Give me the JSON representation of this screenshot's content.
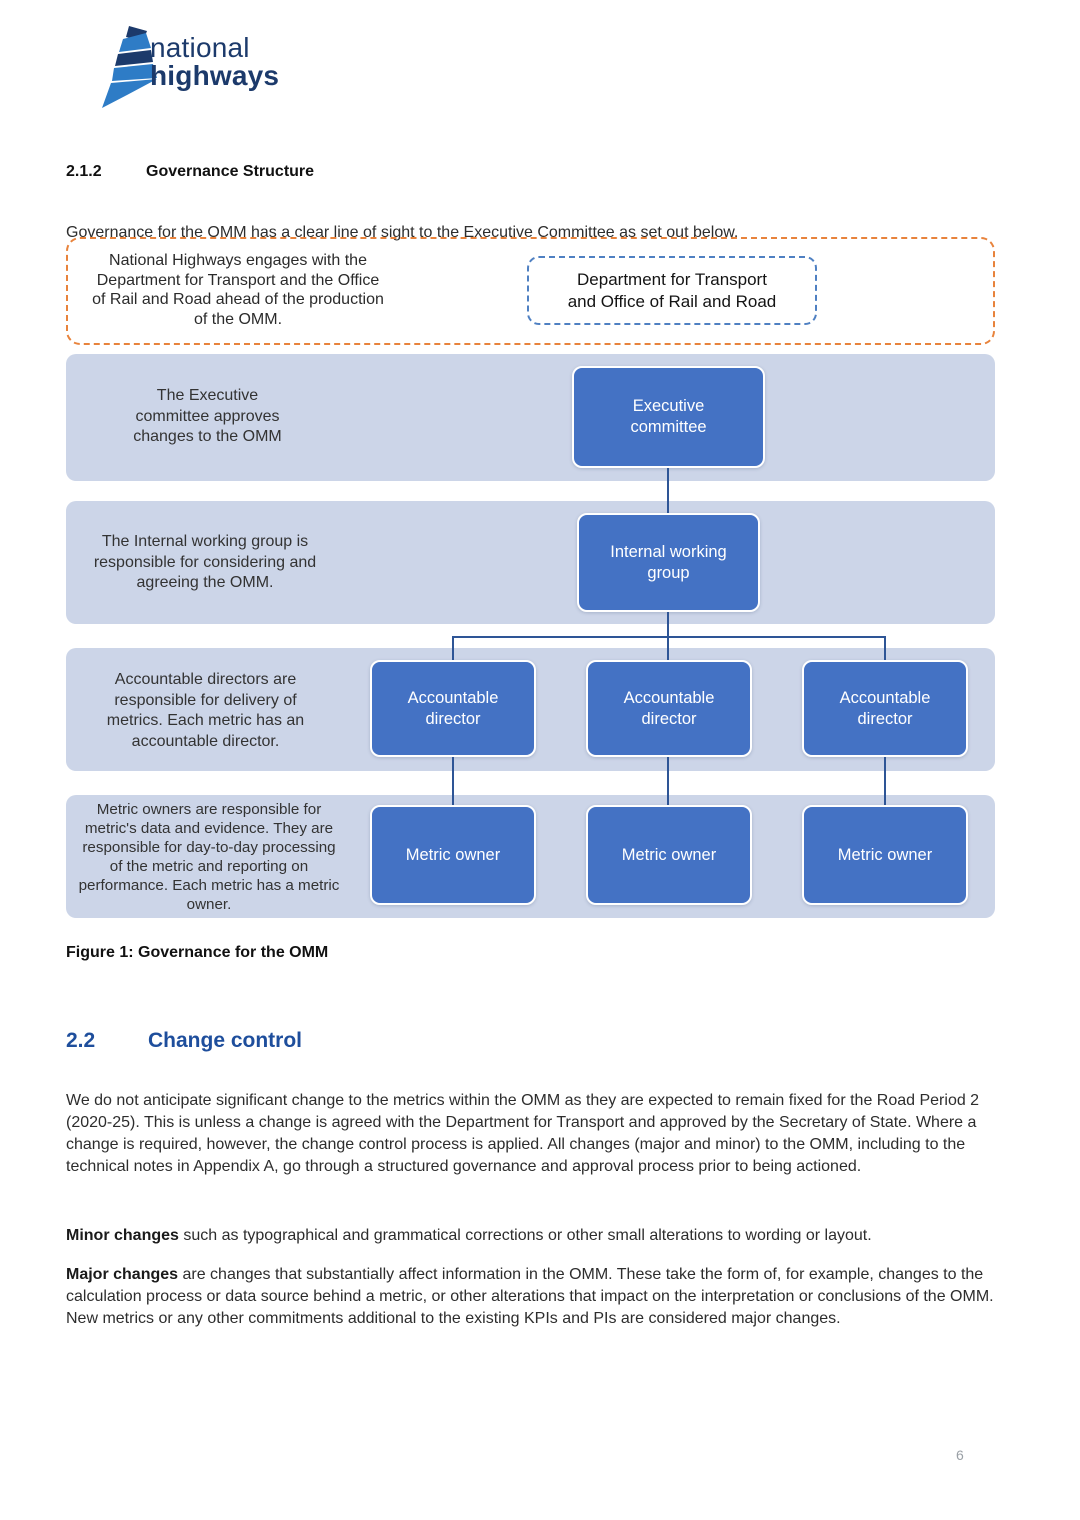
{
  "document": {
    "logo": {
      "word1": "national",
      "word2": "highways"
    },
    "page_number": "6"
  },
  "sections": {
    "governance": {
      "number": "2.1.2",
      "title": "Governance Structure",
      "intro": "Governance for the OMM has a clear line of sight to the Executive Committee as set out below."
    },
    "change_control": {
      "number": "2.2",
      "title": "Change control",
      "para1": "We do not anticipate significant change to the metrics within the OMM as they are expected to remain fixed for the Road Period 2 (2020-25). This is unless a change is agreed with the Department for Transport and approved by the Secretary of State. Where a change is required, however, the change control process is applied. All changes (major and minor) to the OMM, including to the technical notes in Appendix A, go through a structured governance and approval process prior to being actioned.",
      "minor_lead": "Minor changes",
      "minor_rest": " such as typographical and grammatical corrections or other small alterations to wording or layout.",
      "major_lead": "Major changes",
      "major_rest": " are changes that substantially affect information in the OMM. These take the form of, for example, changes to the calculation process or data source behind a metric, or other alterations that impact on the interpretation or conclusions of the OMM. New metrics or any other commitments additional to the existing KPIs and PIs are considered major changes."
    }
  },
  "figure": {
    "engagement_note": "National Highways engages with the Department for Transport and the Office of Rail and Road ahead of the production of the OMM.",
    "external_body": "Department for Transport and Office of Rail and Road",
    "rows": [
      {
        "note": "The Executive committee approves changes to the OMM",
        "boxes": [
          "Executive committee"
        ]
      },
      {
        "note": "The Internal working group is responsible for considering and agreeing the OMM.",
        "boxes": [
          "Internal working group"
        ]
      },
      {
        "note": "Accountable directors are responsible for delivery of metrics. Each metric has an accountable director.",
        "boxes": [
          "Accountable director",
          "Accountable director",
          "Accountable director"
        ]
      },
      {
        "note": "Metric owners are responsible for metric's data and evidence. They are responsible for day-to-day processing of the metric and reporting on performance. Each metric has a metric owner.",
        "boxes": [
          "Metric owner",
          "Metric owner",
          "Metric owner"
        ]
      }
    ],
    "caption": "Figure 1: Governance for the OMM"
  },
  "colors": {
    "accent_box_blue": "#4472c4",
    "band_background": "#ccd5e8",
    "connector_blue": "#2e5596",
    "orange_dashed_border": "#e8833c",
    "blue_dashed_border": "#4f80c2",
    "heading_blue": "#1e4e9c",
    "logo_navy": "#1c3a6b",
    "logo_blue": "#2e7cc6"
  }
}
